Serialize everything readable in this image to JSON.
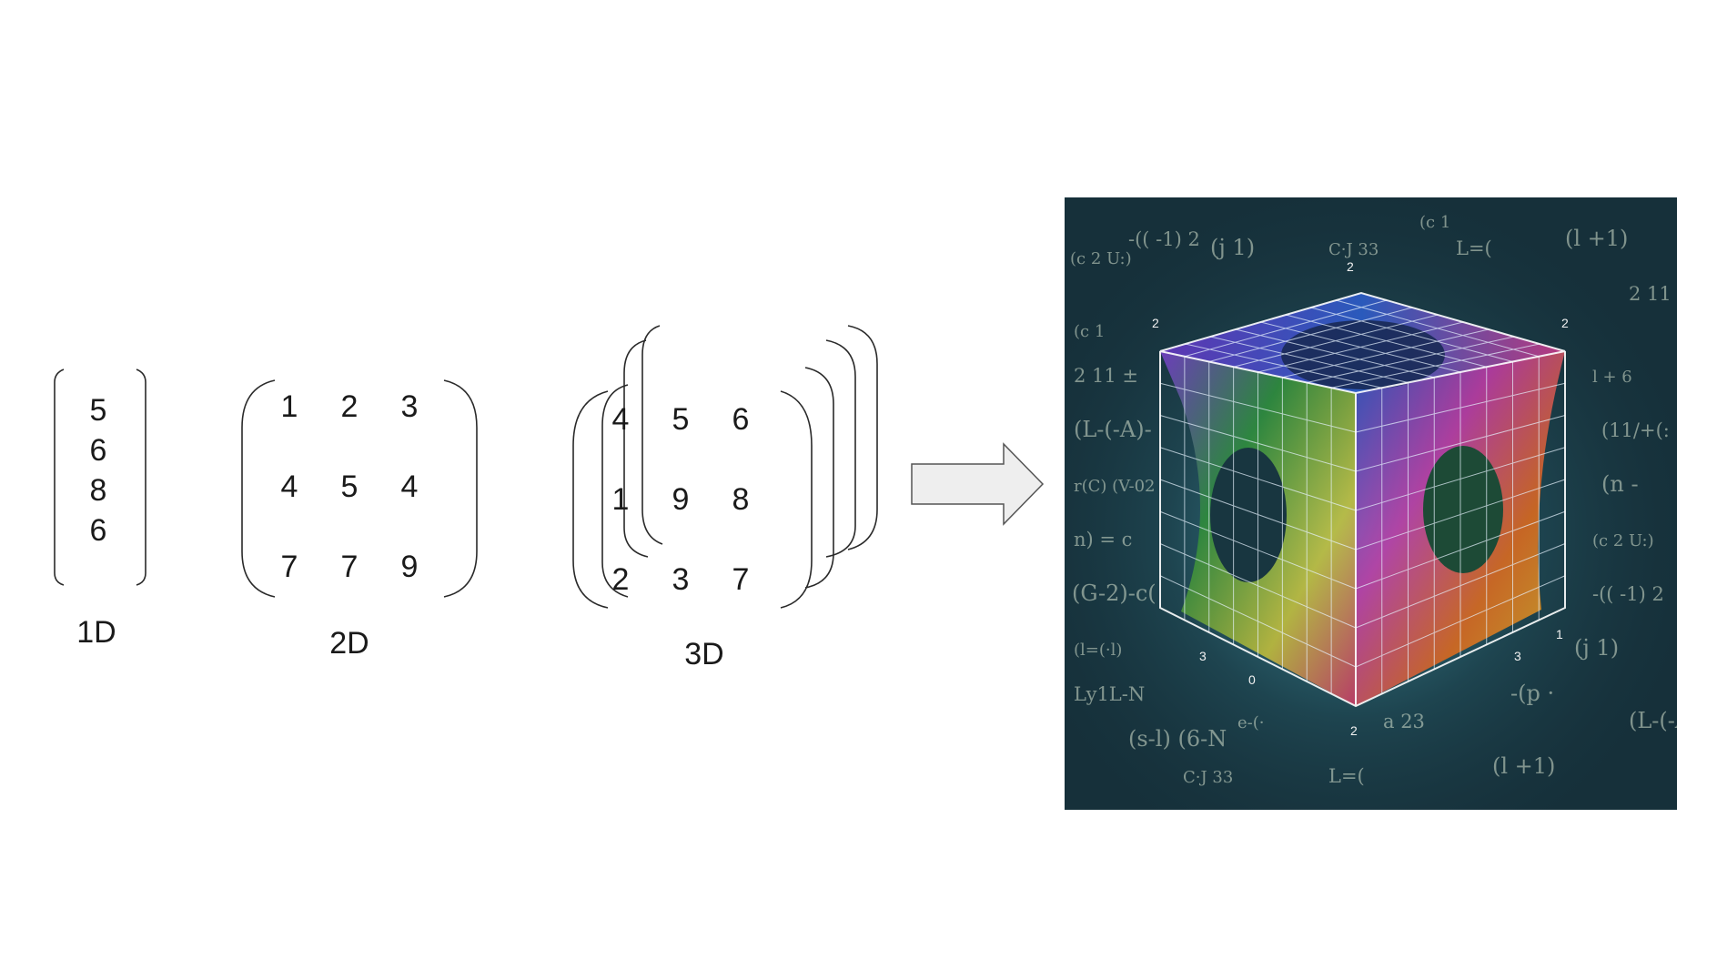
{
  "tensors": {
    "one_d": {
      "label": "1D",
      "values": [
        "5",
        "6",
        "8",
        "6"
      ]
    },
    "two_d": {
      "label": "2D",
      "rows": [
        [
          "1",
          "2",
          "3"
        ],
        [
          "4",
          "5",
          "4"
        ],
        [
          "7",
          "7",
          "9"
        ]
      ]
    },
    "three_d": {
      "label": "3D",
      "front_rows": [
        [
          "4",
          "5",
          "6"
        ],
        [
          "1",
          "9",
          "8"
        ],
        [
          "2",
          "3",
          "7"
        ]
      ]
    }
  },
  "arrow": {
    "fill": "#eeeeee",
    "stroke": "#555555"
  },
  "illustration": {
    "subject": "rainbow wireframe 3D tensor cube with math formula background",
    "background_color": "#16303a",
    "glow_color": "#4fb0c0",
    "cube_labels": [
      "2",
      "2",
      "2",
      "3",
      "3",
      "0",
      "2",
      "1"
    ],
    "formula_snippets": [
      "(c 2 U:)",
      "-(( -1) 2",
      "(j 1)",
      "C·J 33",
      "L=(",
      "(l +1)",
      "(c 1",
      "2 11 ±",
      "(L-(-A)-",
      "r(C) (V-02",
      "n) = c",
      "(G-2)-c(",
      "(l=(·l)",
      "Ly1L-N",
      "(s-l) (6-N",
      "e-(·",
      "a 23",
      "-(p ·",
      "l + 6",
      "(11/+(:",
      "(n -"
    ]
  }
}
